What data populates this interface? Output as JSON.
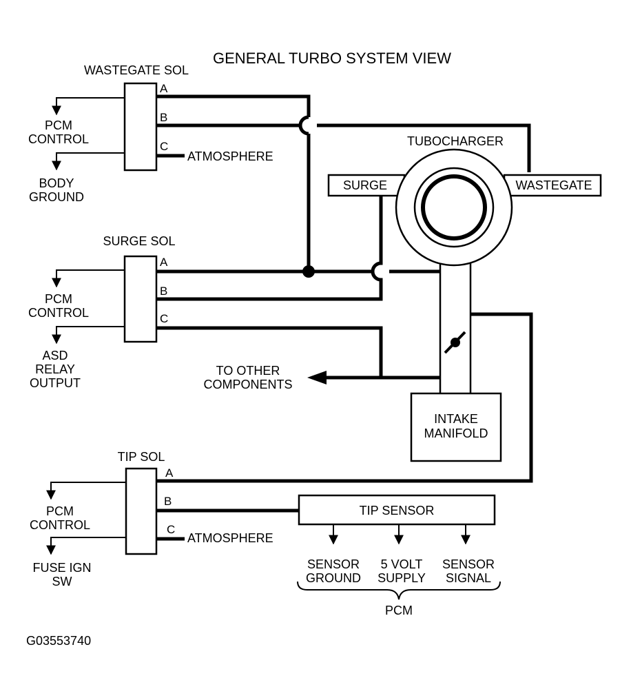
{
  "title": "GENERAL TURBO SYSTEM VIEW",
  "figure_id": "G03553740",
  "wastegate_sol": {
    "label": "WASTEGATE SOL",
    "pins": [
      "A",
      "B",
      "C"
    ],
    "pcm_control": [
      "PCM",
      "CONTROL"
    ],
    "ground": [
      "BODY",
      "GROUND"
    ],
    "vent": "ATMOSPHERE"
  },
  "surge_sol": {
    "label": "SURGE SOL",
    "pins": [
      "A",
      "B",
      "C"
    ],
    "pcm_control": [
      "PCM",
      "CONTROL"
    ],
    "power": [
      "ASD",
      "RELAY",
      "OUTPUT"
    ]
  },
  "tip_sol": {
    "label": "TIP SOL",
    "pins": [
      "A",
      "B",
      "C"
    ],
    "pcm_control": [
      "PCM",
      "CONTROL"
    ],
    "power": [
      "FUSE IGN",
      "SW"
    ],
    "vent": "ATMOSPHERE"
  },
  "turbocharger": {
    "label": "TUBOCHARGER",
    "surge": "SURGE",
    "wastegate": "WASTEGATE"
  },
  "other_components": [
    "TO OTHER",
    "COMPONENTS"
  ],
  "intake_manifold": [
    "INTAKE",
    "MANIFOLD"
  ],
  "tip_sensor": {
    "label": "TIP SENSOR",
    "outputs": [
      [
        "SENSOR",
        "GROUND"
      ],
      [
        "5 VOLT",
        "SUPPLY"
      ],
      [
        "SENSOR",
        "SIGNAL"
      ]
    ],
    "group": "PCM"
  }
}
